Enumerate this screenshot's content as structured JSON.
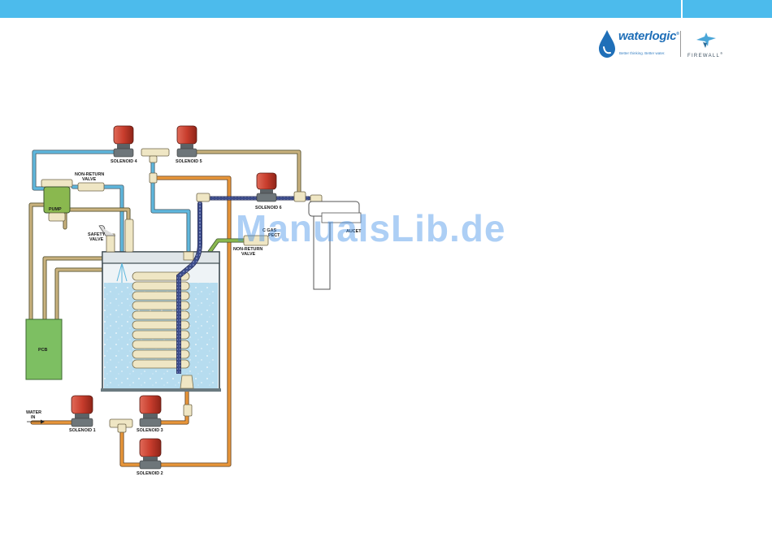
{
  "brand": {
    "logo_text": "waterlogic",
    "logo_trademark": "®",
    "tagline": "Better thinking. Better water.",
    "partner_text": "FIREWALL",
    "partner_trademark": "®"
  },
  "watermark": "ManualsLib.de",
  "labels": {
    "solenoid_1": "SOLENOID 1",
    "solenoid_2": "SOLENOID 2",
    "solenoid_3": "SOLENOID 3",
    "solenoid_4": "SOLENOID 4",
    "solenoid_5": "SOLENOID 5",
    "solenoid_6": "SOLENOID 6",
    "non_return_valve_top_1": "NON-RETURN",
    "non_return_valve_top_2": "VALVE",
    "non_return_valve_mid_1": "NON-RETURN",
    "non_return_valve_mid_2": "VALVE",
    "pump": "PUMP",
    "pcb": "PCB",
    "safety_valve_1": "SAFETY",
    "safety_valve_2": "VALVE",
    "water_in_1": "WATER",
    "water_in_2": "IN",
    "partial_label_1": "C   GAS",
    "partial_label_2": "PECT",
    "faucet_label": "AUCET"
  },
  "colors": {
    "topbar": "#4cbbec",
    "pipe_blue": "#5fb7dd",
    "pipe_orange": "#e8963a",
    "pipe_tan": "#bca57a",
    "pipe_green": "#8ab84f",
    "solenoid_red": "#c9402e",
    "pcb_green": "#7dbf62",
    "tank_water": "#b6dcef"
  }
}
